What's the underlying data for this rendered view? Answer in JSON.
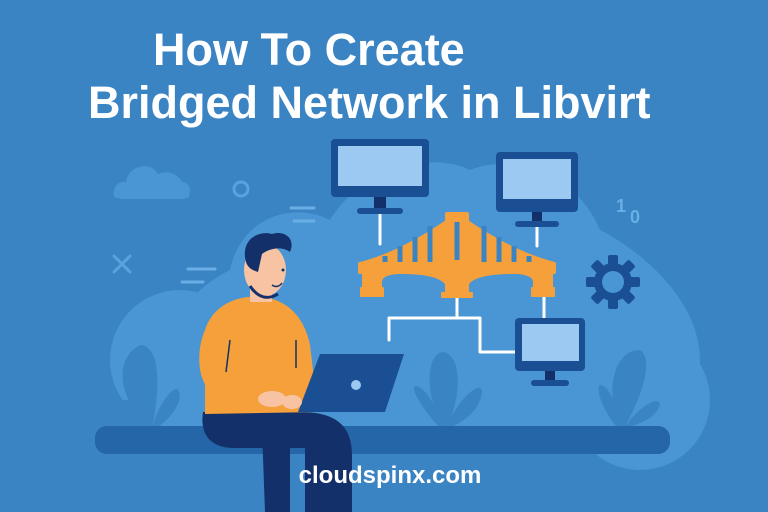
{
  "banner": {
    "title_line1": "How To Create",
    "title_line2": "Bridged Network in Libvirt",
    "footer_site": "cloudspinx.com"
  },
  "illustration": {
    "elements": [
      "cloud-icon",
      "circle-icon",
      "x-icon",
      "gear-icon",
      "binary-digits",
      "monitor-top-left",
      "monitor-top-right",
      "monitor-bottom-right",
      "bridge-icon",
      "person-with-laptop",
      "plant-icons",
      "bench"
    ],
    "binary_text": "1 0"
  },
  "colors": {
    "background": "#3a84c4",
    "blob": "#4a95d4",
    "bridge": "#f5a03a",
    "monitor_frame": "#1b4f93",
    "monitor_screen": "#9bc9f2",
    "shirt": "#f5a03a",
    "pants": "#14306a",
    "text": "#ffffff"
  }
}
